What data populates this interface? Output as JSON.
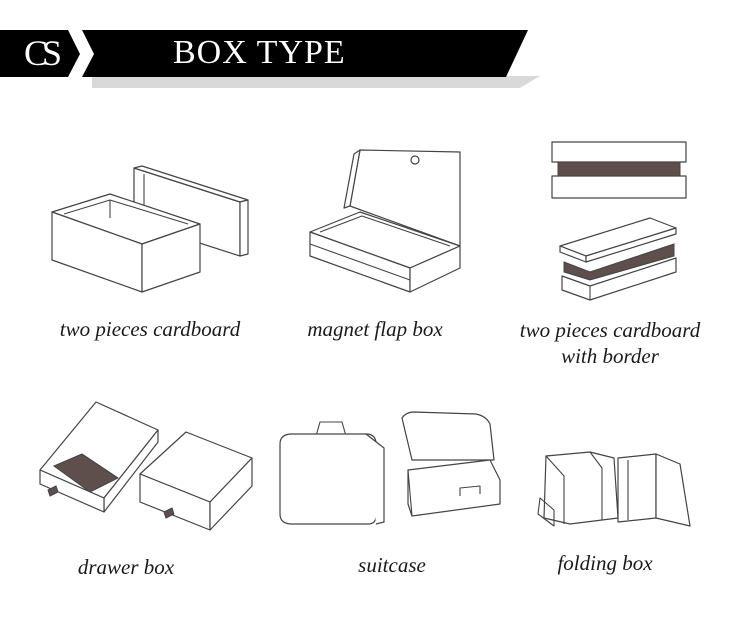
{
  "banner": {
    "logo_text": "CS",
    "title": "BOX TYPE",
    "colors": {
      "banner_bg": "#000000",
      "banner_shadow": "#d9d9d9",
      "text": "#ffffff",
      "divider_fill": "#5e4f4c"
    }
  },
  "box_types": [
    {
      "caption": "two pieces cardboard",
      "icon": "two-piece-box-illustration"
    },
    {
      "caption": "magnet flap box",
      "icon": "magnet-flap-box-illustration"
    },
    {
      "caption_line1": "two pieces cardboard",
      "caption_line2": "with border",
      "icon": "two-piece-border-box-illustration"
    },
    {
      "caption": "drawer box",
      "icon": "drawer-box-illustration"
    },
    {
      "caption": "suitcase",
      "icon": "suitcase-box-illustration"
    },
    {
      "caption": "folding box",
      "icon": "folding-box-illustration"
    }
  ]
}
